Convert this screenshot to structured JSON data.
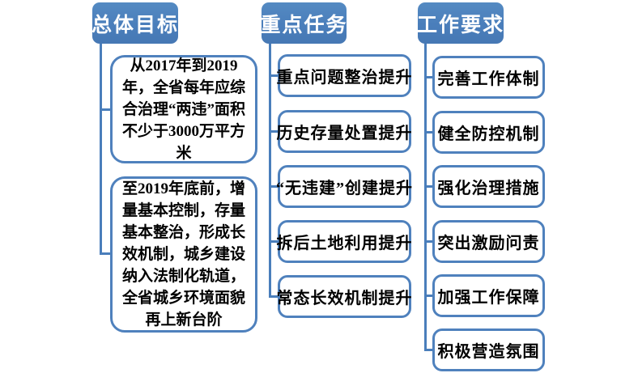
{
  "diagram": {
    "title_implied": "两违综合治理结构图",
    "colors": {
      "header_fill": "#4a7ebb",
      "header_text": "#ffffff",
      "box_border": "#4f81bd",
      "box_fill": "#ffffff",
      "box_text": "#000000",
      "connector": "#4a7ebb",
      "background": "#ffffff"
    },
    "columns": [
      {
        "header": "总体目标",
        "items": [
          "从2017年到2019年，全省每年应综合治理“两违”面积不少于3000万平方米",
          "至2019年底前，增量基本控制，存量基本整治，形成长效机制，城乡建设纳入法制化轨道，全省城乡环境面貌再上新台阶"
        ]
      },
      {
        "header": "重点任务",
        "items": [
          "重点问题整治提升",
          "历史存量处置提升",
          "“无违建”创建提升",
          "拆后土地利用提升",
          "常态长效机制提升"
        ]
      },
      {
        "header": "工作要求",
        "items": [
          "完善工作体制",
          "健全防控机制",
          "强化治理措施",
          "突出激励问责",
          "加强工作保障",
          "积极营造氛围"
        ]
      }
    ]
  }
}
